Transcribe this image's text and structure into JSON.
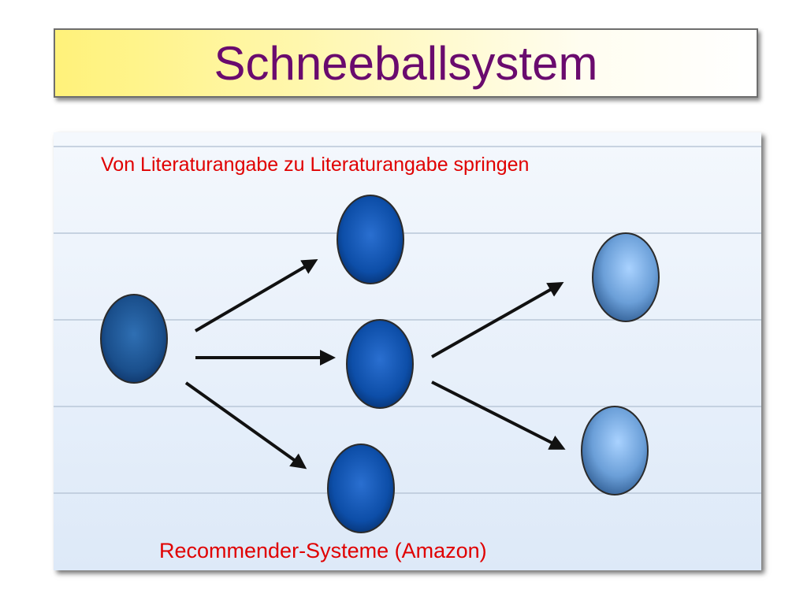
{
  "title": "Schneeballsystem",
  "caption_top": "Von Literaturangabe zu Literaturangabe springen",
  "caption_bottom": "Recommender-Systeme (Amazon)",
  "colors": {
    "title_text": "#6a0b6e",
    "caption_text": "#e00000",
    "title_gradient_start": "#fff27a",
    "panel_background": "#eaf3fd",
    "node_dark": "#0b4a9c",
    "node_light": "#7fb3ea",
    "arrow": "#111111"
  },
  "diagram": {
    "nodes": [
      {
        "id": "source",
        "style": "dark"
      },
      {
        "id": "level1-top",
        "style": "medium"
      },
      {
        "id": "level1-middle",
        "style": "medium"
      },
      {
        "id": "level1-bottom",
        "style": "medium"
      },
      {
        "id": "level2-top",
        "style": "light"
      },
      {
        "id": "level2-bottom",
        "style": "light"
      }
    ],
    "edges": [
      {
        "from": "source",
        "to": "level1-top"
      },
      {
        "from": "source",
        "to": "level1-middle"
      },
      {
        "from": "source",
        "to": "level1-bottom"
      },
      {
        "from": "level1-middle",
        "to": "level2-top"
      },
      {
        "from": "level1-middle",
        "to": "level2-bottom"
      }
    ]
  }
}
